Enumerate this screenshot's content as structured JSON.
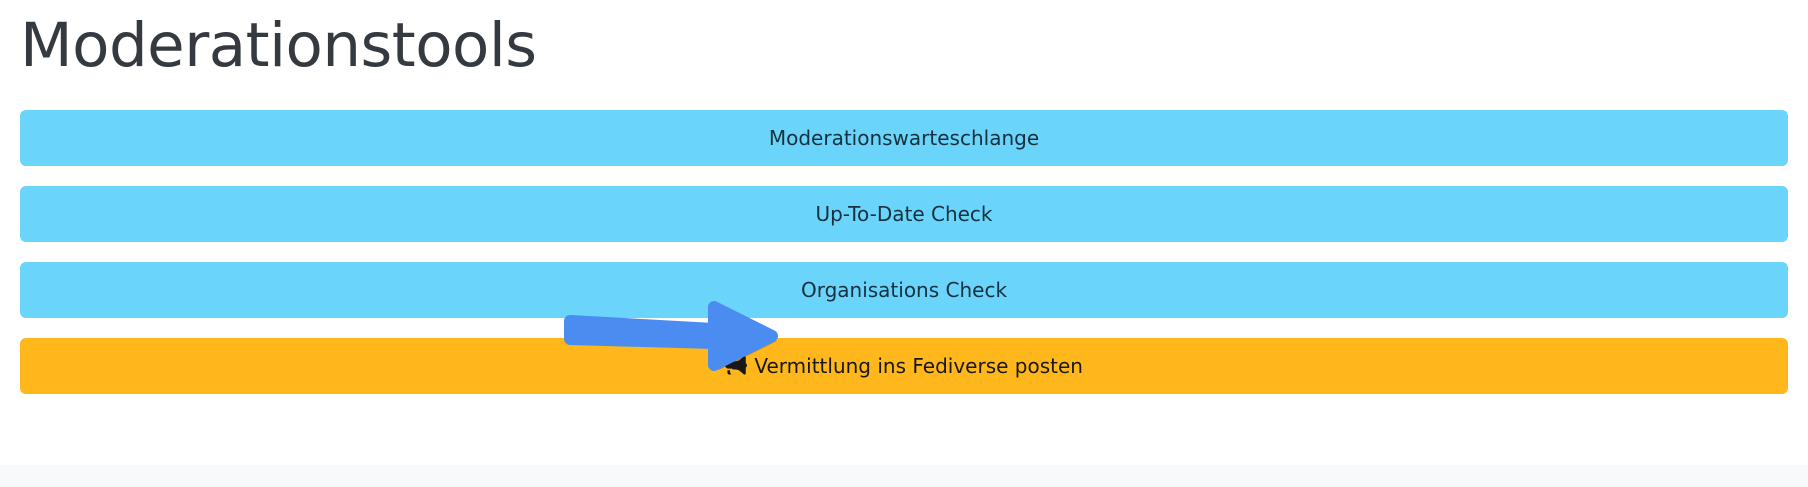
{
  "page": {
    "title": "Moderationstools",
    "background_color": "#ffffff",
    "title_color": "#343a40",
    "footer_color": "#f8f9fb"
  },
  "buttons": [
    {
      "label": "Moderationswarteschlange",
      "style": "info",
      "background_color": "#6bd4fa",
      "text_color": "#17313f",
      "icon": null
    },
    {
      "label": "Up-To-Date Check",
      "style": "info",
      "background_color": "#6bd4fa",
      "text_color": "#17313f",
      "icon": null
    },
    {
      "label": "Organisations Check",
      "style": "info",
      "background_color": "#6bd4fa",
      "text_color": "#17313f",
      "icon": null
    },
    {
      "label": "Vermittlung ins Fediverse posten",
      "style": "warning",
      "background_color": "#ffb71b",
      "text_color": "#181818",
      "icon": "bullhorn-icon"
    }
  ],
  "annotation": {
    "type": "arrow",
    "name": "highlight-arrow",
    "points_to": "Organisations Check",
    "direction": "right",
    "color": "#4a8cf0"
  }
}
